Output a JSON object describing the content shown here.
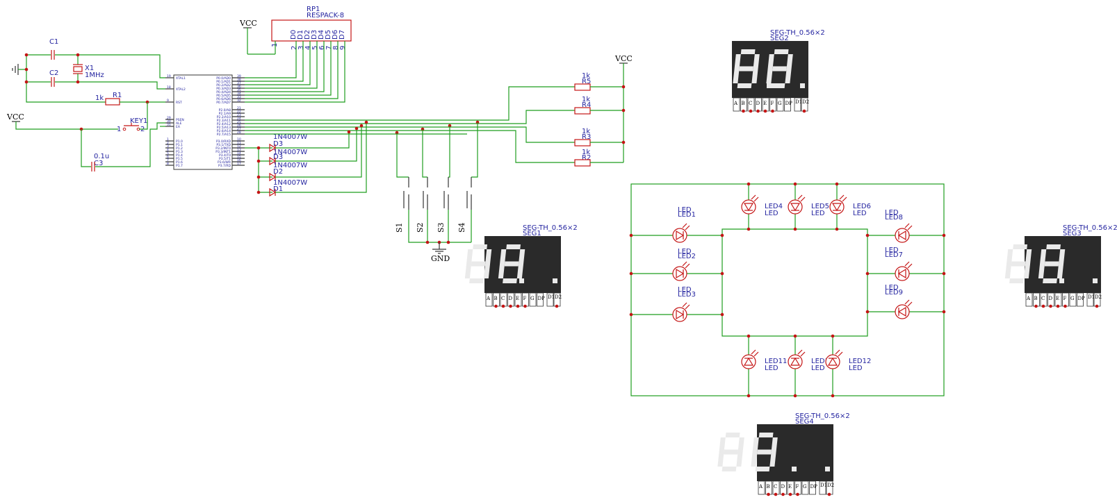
{
  "power": {
    "vcc": "VCC",
    "gnd": "GND"
  },
  "rp1": {
    "ref": "RP1",
    "value": "RESPACK-8",
    "pin1": "1",
    "pin_nums": [
      "2",
      "3",
      "4",
      "5",
      "6",
      "7",
      "8",
      "9"
    ],
    "pin_names": [
      "D0",
      "D1",
      "D2",
      "D3",
      "D4",
      "D5",
      "D6",
      "D7"
    ]
  },
  "osc": {
    "c1": "C1",
    "c2": "C2",
    "x1": "X1",
    "x1_value": "1MHz"
  },
  "reset": {
    "r1": "R1",
    "r1_value": "1k",
    "key": "KEY1",
    "key_pin1": "1",
    "key_pin2": "2",
    "c3": "C3",
    "c3_value": "0.1u"
  },
  "mcu": {
    "left_pins": [
      {
        "num": "19",
        "name": "XTAL1"
      },
      {
        "num": "18",
        "name": "XTAL2"
      },
      {
        "num": "9",
        "name": "RST"
      },
      {
        "num": "29",
        "name": "PSEN"
      },
      {
        "num": "30",
        "name": "ALE"
      },
      {
        "num": "31",
        "name": "EA"
      },
      {
        "num": "1",
        "name": "P1.0"
      },
      {
        "num": "2",
        "name": "P1.1"
      },
      {
        "num": "3",
        "name": "P1.2"
      },
      {
        "num": "4",
        "name": "P1.3"
      },
      {
        "num": "5",
        "name": "P1.4"
      },
      {
        "num": "6",
        "name": "P1.5"
      },
      {
        "num": "7",
        "name": "P1.6"
      },
      {
        "num": "8",
        "name": "P1.7"
      }
    ],
    "right_pins": [
      {
        "num": "39",
        "name": "P0.0/AD0"
      },
      {
        "num": "38",
        "name": "P0.1/AD1"
      },
      {
        "num": "37",
        "name": "P0.2/AD2"
      },
      {
        "num": "36",
        "name": "P0.3/AD3"
      },
      {
        "num": "35",
        "name": "P0.4/AD4"
      },
      {
        "num": "34",
        "name": "P0.5/AD5"
      },
      {
        "num": "33",
        "name": "P0.6/AD6"
      },
      {
        "num": "32",
        "name": "P0.7/AD7"
      },
      {
        "num": "21",
        "name": "P2.0/A8"
      },
      {
        "num": "22",
        "name": "P2.1/A9"
      },
      {
        "num": "23",
        "name": "P2.2/A10"
      },
      {
        "num": "24",
        "name": "P2.3/A11"
      },
      {
        "num": "25",
        "name": "P2.4/A12"
      },
      {
        "num": "26",
        "name": "P2.5/A13"
      },
      {
        "num": "27",
        "name": "P2.6/A14"
      },
      {
        "num": "28",
        "name": "P2.7/A15"
      },
      {
        "num": "10",
        "name": "P3.0/RXD"
      },
      {
        "num": "11",
        "name": "P3.1/TXD"
      },
      {
        "num": "12",
        "name": "P3.2/INT0"
      },
      {
        "num": "13",
        "name": "P3.3/INT1"
      },
      {
        "num": "14",
        "name": "P3.4/T0"
      },
      {
        "num": "15",
        "name": "P3.5/T1"
      },
      {
        "num": "16",
        "name": "P3.6/WR"
      },
      {
        "num": "17",
        "name": "P3.7/RD"
      }
    ]
  },
  "diodes": [
    {
      "value": "1N4007W",
      "ref": "D3"
    },
    {
      "value": "1N4007W",
      "ref": "D3"
    },
    {
      "value": "1N4007W",
      "ref": "D2"
    },
    {
      "value": "1N4007W",
      "ref": "D1"
    }
  ],
  "resistors": [
    {
      "value": "1k",
      "ref": "R5"
    },
    {
      "value": "1k",
      "ref": "R4"
    },
    {
      "value": "1k",
      "ref": "R3"
    },
    {
      "value": "1k",
      "ref": "R2"
    }
  ],
  "switches": [
    "S1",
    "S2",
    "S3",
    "S4"
  ],
  "segments": [
    {
      "value": "SEG-TH_0.56×2",
      "ref": "SEG2"
    },
    {
      "value": "SEG-TH_0.56×2",
      "ref": "SEG1"
    },
    {
      "value": "SEG-TH_0.56×2",
      "ref": "SEG3"
    },
    {
      "value": "SEG-TH_0.56×2",
      "ref": "SEG4"
    }
  ],
  "seg_pins": [
    "A",
    "B",
    "C",
    "D",
    "E",
    "F",
    "G",
    "DP"
  ],
  "seg_com": [
    "D1",
    "D2"
  ],
  "leds": [
    {
      "ref": "LED1",
      "value": "LED"
    },
    {
      "ref": "LED2",
      "value": "LED"
    },
    {
      "ref": "LED3",
      "value": "LED"
    },
    {
      "ref": "LED4",
      "value": "LED"
    },
    {
      "ref": "LED5",
      "value": "LED"
    },
    {
      "ref": "LED6",
      "value": "LED"
    },
    {
      "ref": "LED8",
      "value": "LED"
    },
    {
      "ref": "LED7",
      "value": "LED"
    },
    {
      "ref": "LED9",
      "value": "LED"
    },
    {
      "ref": "LED11",
      "value": "LED"
    },
    {
      "ref": "LED10",
      "value": "LED"
    },
    {
      "ref": "LED12",
      "value": "LED"
    }
  ]
}
